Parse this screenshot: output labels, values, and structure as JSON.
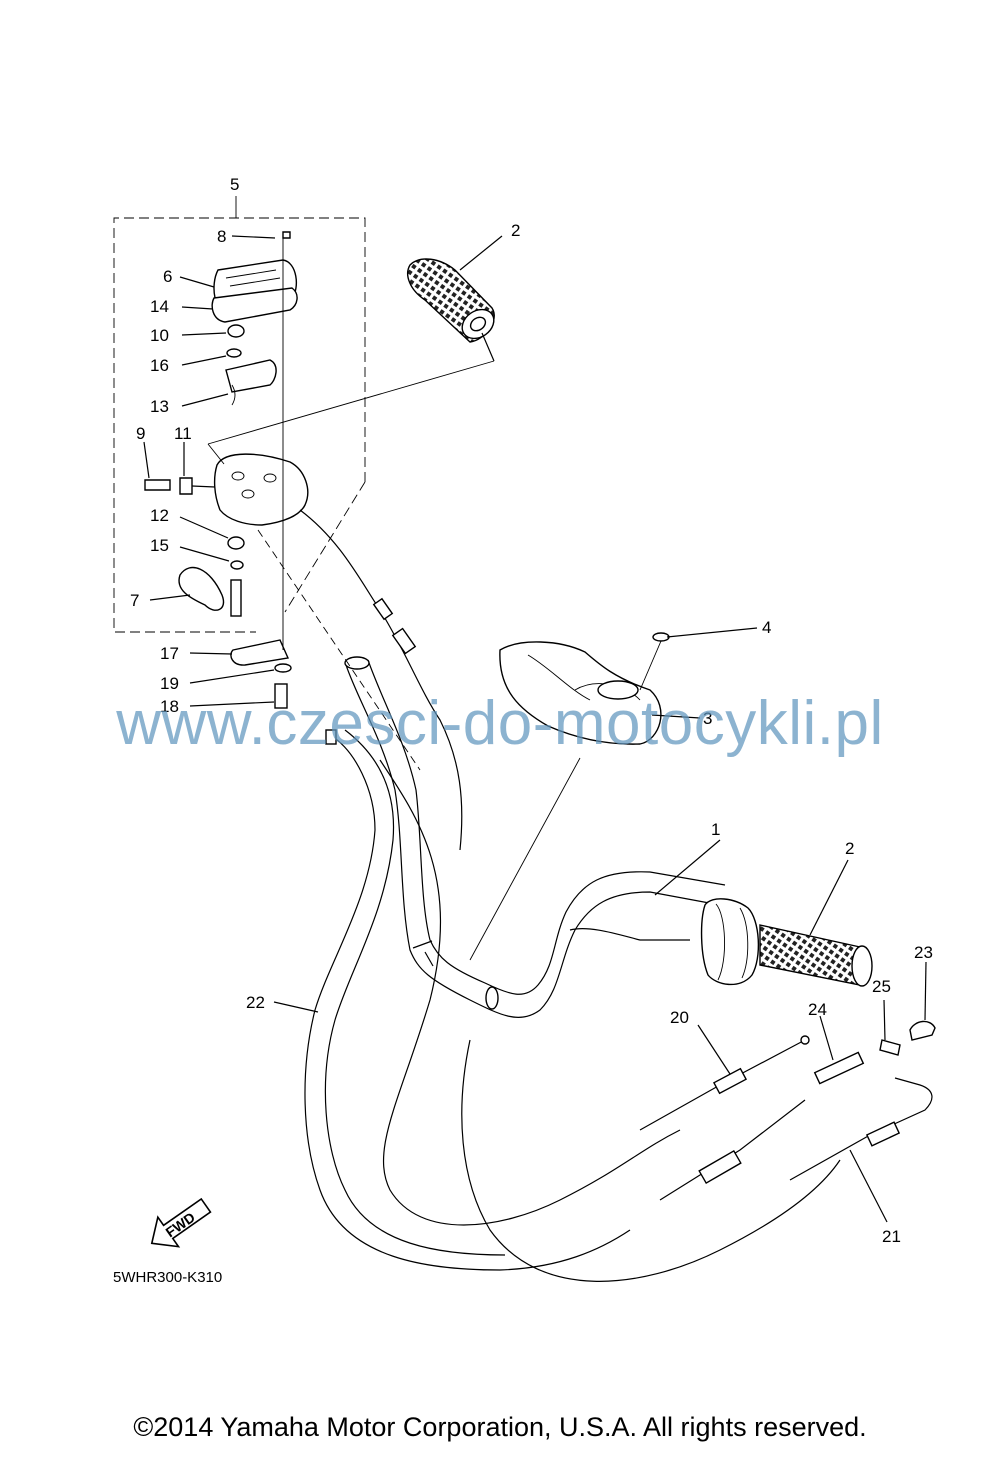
{
  "callouts": {
    "c1": "1",
    "c2a": "2",
    "c2b": "2",
    "c3": "3",
    "c4": "4",
    "c5": "5",
    "c6": "6",
    "c7": "7",
    "c8": "8",
    "c9": "9",
    "c10": "10",
    "c11": "11",
    "c12": "12",
    "c13": "13",
    "c14": "14",
    "c15": "15",
    "c16": "16",
    "c17": "17",
    "c18": "18",
    "c19": "19",
    "c20": "20",
    "c21": "21",
    "c22": "22",
    "c23": "23",
    "c24": "24",
    "c25": "25"
  },
  "fwd_arrow": {
    "label": "FWD"
  },
  "diagram_code": "5WHR300-K310",
  "watermark": "www.czesci-do-motocykli.pl",
  "copyright": "©2014 Yamaha Motor Corporation, U.S.A. All rights reserved."
}
